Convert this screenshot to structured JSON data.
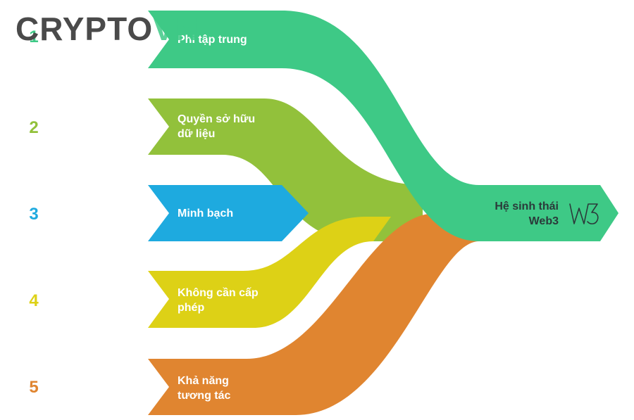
{
  "brand": {
    "logo_text": "CRYPTOVN",
    "logo_main": "CRYPTO",
    "logo_accent": "VN"
  },
  "flows": [
    {
      "number": "1",
      "label_lines": [
        "Phi tập trung"
      ],
      "color": "#3ec986"
    },
    {
      "number": "2",
      "label_lines": [
        "Quyền sở hữu",
        "dữ liệu"
      ],
      "color": "#92c13b"
    },
    {
      "number": "3",
      "label_lines": [
        "Minh bạch"
      ],
      "color": "#1eaadf"
    },
    {
      "number": "4",
      "label_lines": [
        "Không cần cấp",
        "phép"
      ],
      "color": "#ddd116"
    },
    {
      "number": "5",
      "label_lines": [
        "Khả năng",
        "tương tác"
      ],
      "color": "#e08530"
    }
  ],
  "destination": {
    "label_lines": [
      "Hệ sinh thái",
      "Web3"
    ],
    "icon": "w3-icon",
    "color": "#3ec986"
  }
}
